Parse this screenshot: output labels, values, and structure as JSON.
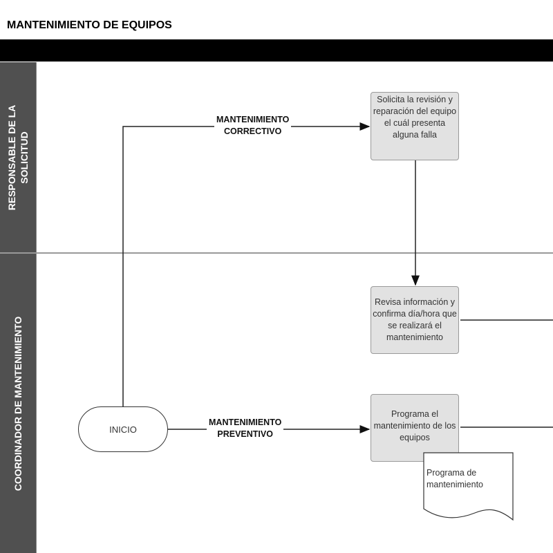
{
  "title": "MANTENIMIENTO DE EQUIPOS",
  "lanes": [
    {
      "label_line1": "RESPONSABLE DE LA",
      "label_line2": "SOLICITUD"
    },
    {
      "label_line1": "COORDINADOR DE MANTENIMIENTO"
    }
  ],
  "nodes": {
    "start": "INICIO",
    "solicita": "Solicita la revisión y reparación del equipo el cuál presenta alguna falla",
    "revisa": "Revisa información y confirma día/hora que se realizará el mantenimiento",
    "programa": "Programa el mantenimiento de los equipos",
    "documento": "Programa de mantenimiento"
  },
  "edges": {
    "correctivo_line1": "MANTENIMIENTO",
    "correctivo_line2": "CORRECTIVO",
    "preventivo_line1": "MANTENIMIENTO",
    "preventivo_line2": "PREVENTIVO"
  }
}
